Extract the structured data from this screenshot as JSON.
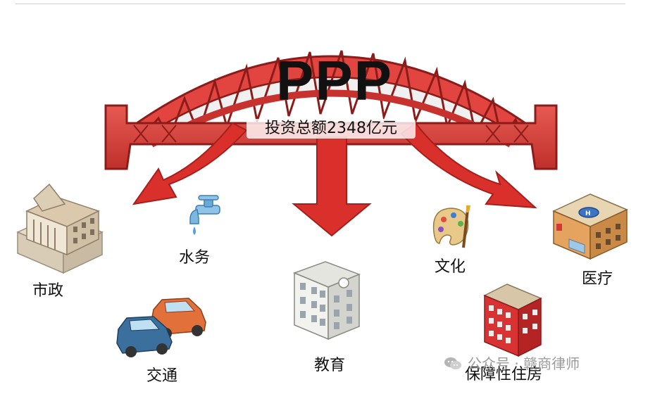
{
  "title": "PPP",
  "subtitle": "投资总额2348亿元",
  "sectors": {
    "municipal": "市政",
    "water": "水务",
    "transport": "交通",
    "education": "教育",
    "culture": "文化",
    "housing": "保障性住房",
    "medical": "医疗"
  },
  "watermark": "公众号 · 赣商律师",
  "colors": {
    "bridge_red": "#e2453f",
    "bridge_dark": "#8c1c1a",
    "arrow_red": "#d9302c"
  },
  "icons": [
    "bridge-icon",
    "faucet-icon",
    "government-building-icon",
    "cars-icon",
    "school-building-icon",
    "palette-icon",
    "apartment-building-icon",
    "hospital-icon",
    "wechat-icon"
  ]
}
